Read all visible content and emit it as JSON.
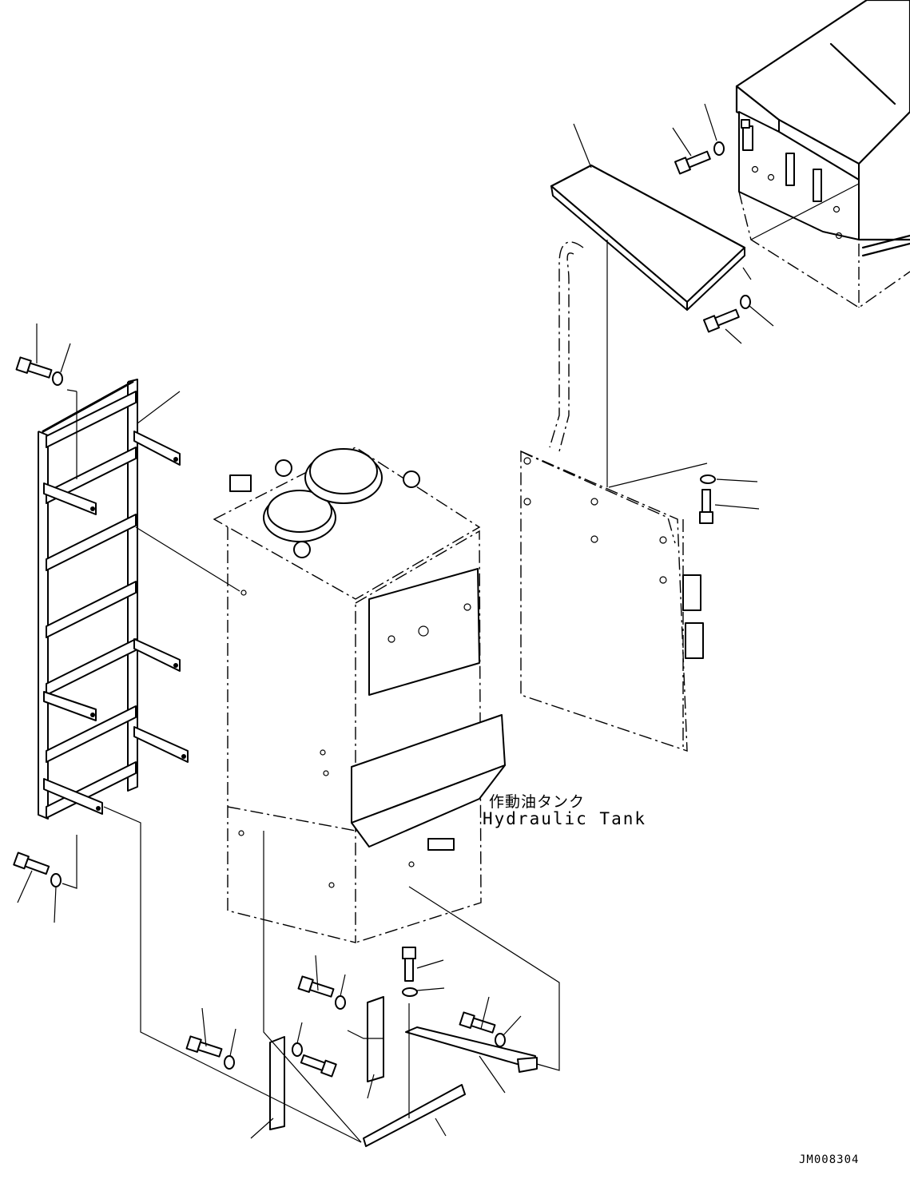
{
  "labels": {
    "tank_name_ja": "作動油タンク",
    "tank_name_en": "Hydraulic Tank",
    "drawing_number": "JM008304"
  }
}
